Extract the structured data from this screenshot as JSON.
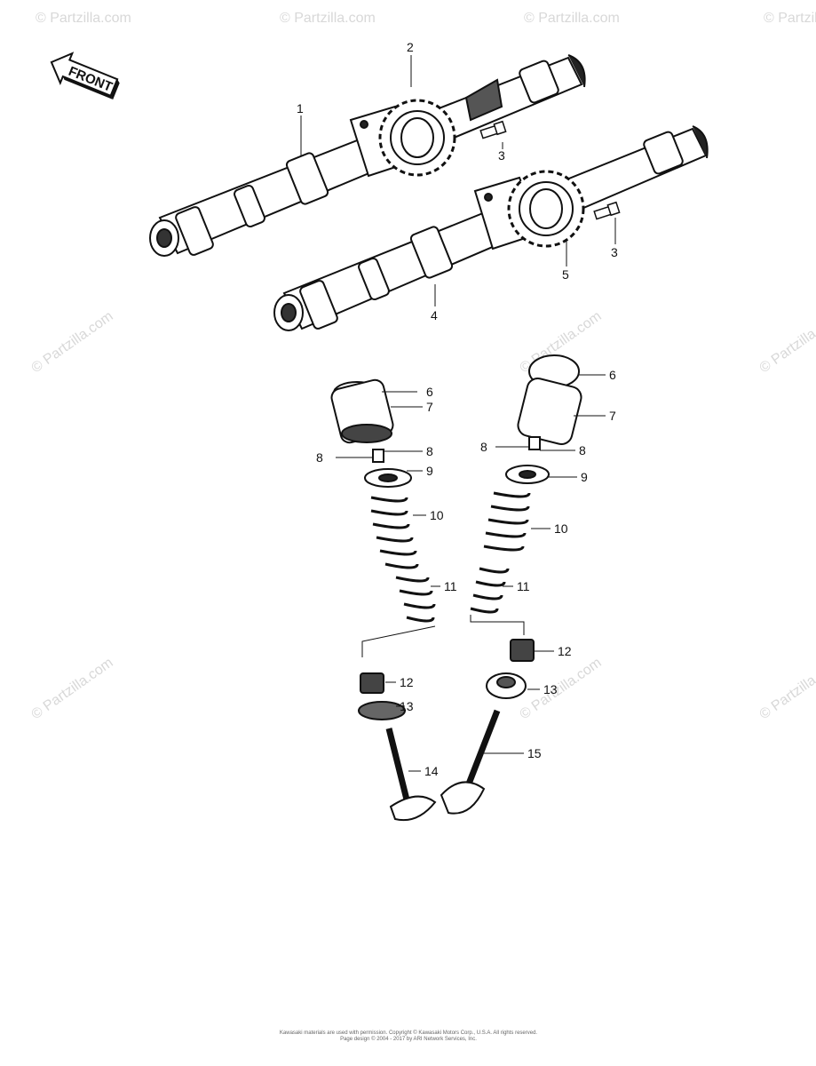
{
  "front_label": "FRONT",
  "watermark": "© Partzilla.com",
  "callouts": {
    "c1": "1",
    "c2": "2",
    "c3a": "3",
    "c3b": "3",
    "c4": "4",
    "c5": "5",
    "c6a": "6",
    "c6b": "6",
    "c7a": "7",
    "c7b": "7",
    "c8a": "8",
    "c8b": "8",
    "c8c": "8",
    "c8d": "8",
    "c9a": "9",
    "c9b": "9",
    "c10a": "10",
    "c10b": "10",
    "c11a": "11",
    "c11b": "11",
    "c12a": "12",
    "c12b": "12",
    "c13a": "13",
    "c13b": "13",
    "c14": "14",
    "c15": "15"
  },
  "copyright": {
    "line1": "Kawasaki materials are used with permission. Copyright © Kawasaki Motors Corp., U.S.A. All rights reserved.",
    "line2": "Page design © 2004 - 2017 by ARI Network Services, Inc."
  }
}
